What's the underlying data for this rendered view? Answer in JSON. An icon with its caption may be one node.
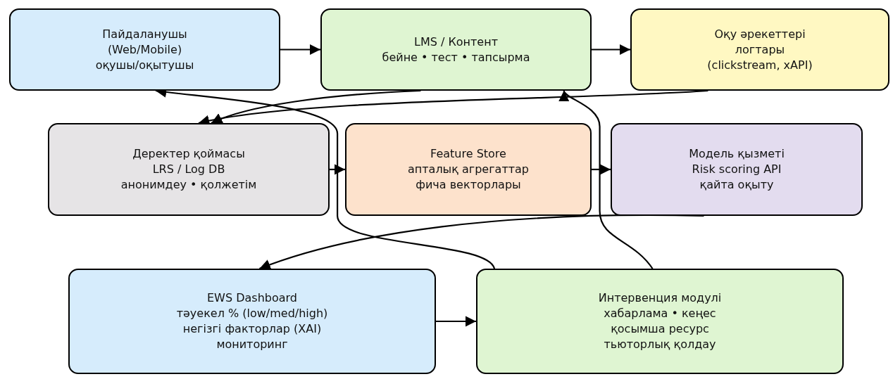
{
  "diagram": {
    "nodes": [
      {
        "text": [
          "Пайдаланушы",
          "(Web/Mobile)",
          "оқушы/оқытушы"
        ]
      },
      {
        "text": [
          "LMS / Контент",
          "бейне • тест • тапсырма"
        ]
      },
      {
        "text": [
          "Оқу әрекеттері",
          "логтары",
          "(clickstream, xAPI)"
        ]
      },
      {
        "text": [
          "Деректер қоймасы",
          "LRS / Log DB",
          "анонимдеу • қолжетім"
        ]
      },
      {
        "text": [
          "Feature Store",
          "апталық агрегаттар",
          "фича векторлары"
        ]
      },
      {
        "text": [
          "Модель қызметі",
          "Risk scoring API",
          "қайта оқыту"
        ]
      },
      {
        "text": [
          "EWS Dashboard",
          "тәуекел % (low/med/high)",
          "негізгі факторлар (XAI)",
          "мониторинг"
        ]
      },
      {
        "text": [
          "Интервенция модулі",
          "хабарлама • кеңес",
          "қосымша ресурс",
          "тьюторлық қолдау"
        ]
      }
    ],
    "edges": [
      {
        "from": 0,
        "to": 1,
        "arrow": "to"
      },
      {
        "from": 1,
        "to": 2,
        "arrow": "to"
      },
      {
        "from": 2,
        "to": 3,
        "arrow": "to"
      },
      {
        "from": 1,
        "to": 3,
        "arrow": "to"
      },
      {
        "from": 3,
        "to": 4,
        "arrow": "to"
      },
      {
        "from": 4,
        "to": 5,
        "arrow": "to"
      },
      {
        "from": 5,
        "to": 6,
        "arrow": "to"
      },
      {
        "from": 6,
        "to": 7,
        "arrow": "to"
      },
      {
        "from": 7,
        "to": 1,
        "arrow": "to"
      },
      {
        "from": 7,
        "to": 0,
        "arrow": "to"
      }
    ]
  }
}
